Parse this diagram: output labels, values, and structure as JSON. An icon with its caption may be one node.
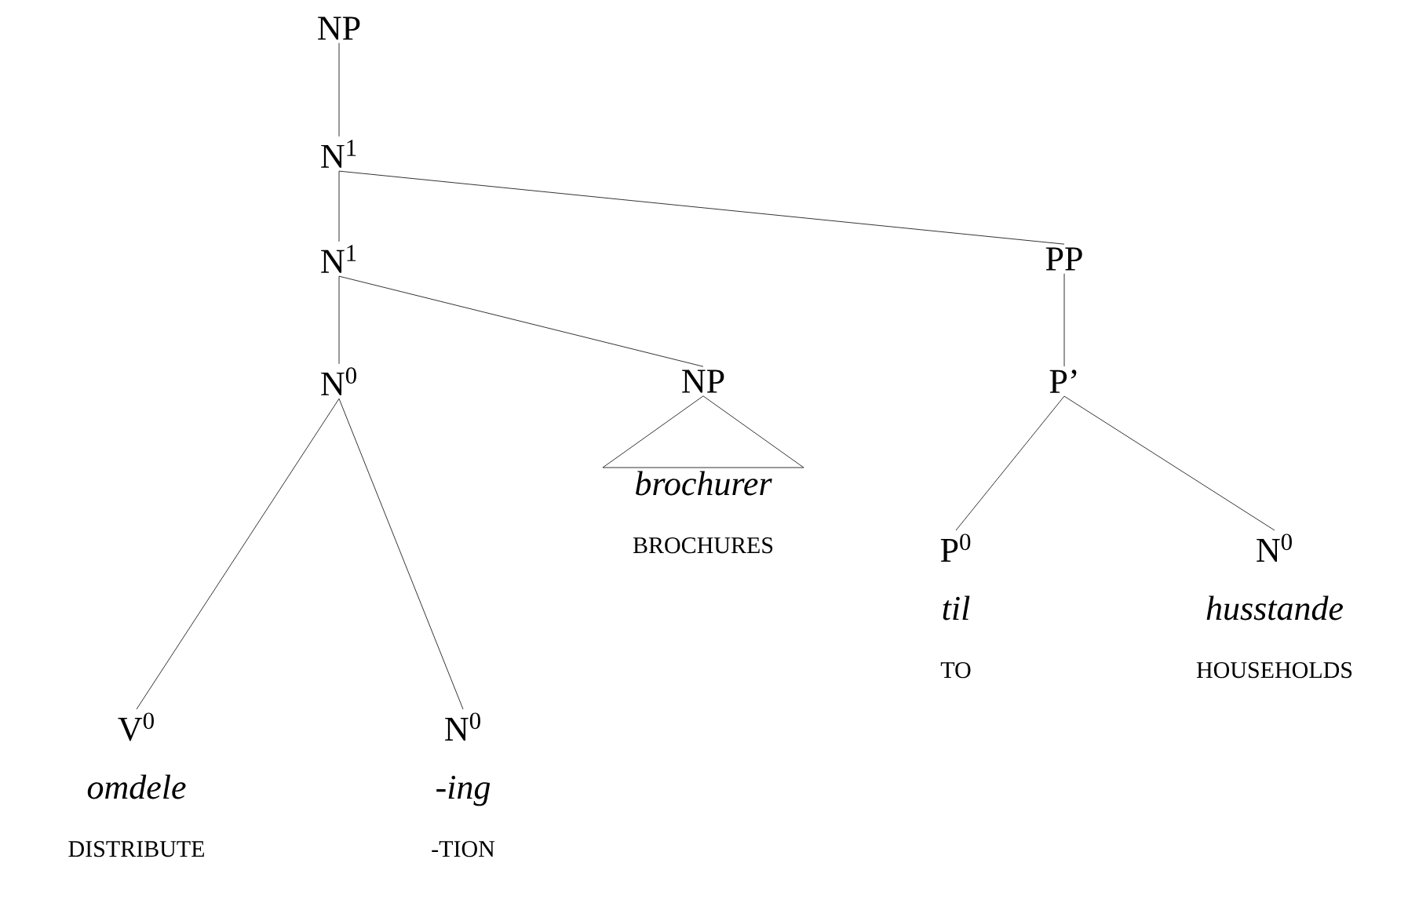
{
  "diagram": {
    "nodes": [
      {
        "text": [
          "NP"
        ]
      },
      {
        "text": [
          "N$^{1}$"
        ]
      },
      {
        "text": [
          "N$^{1}$"
        ]
      },
      {
        "text": [
          "PP"
        ]
      },
      {
        "text": [
          "N$^{0}$"
        ]
      },
      {
        "text": [
          "NP"
        ]
      },
      {
        "text": [
          "P’"
        ]
      },
      {
        "text": [
          "brochurer",
          "BROCHURES"
        ]
      },
      {
        "text": [
          "P$^{0}$",
          "til",
          "TO"
        ]
      },
      {
        "text": [
          "N$^{0}$",
          "husstande",
          "HOUSEHOLDS"
        ]
      },
      {
        "text": [
          "V$^{0}$",
          "omdele",
          "DISTRIBUTE"
        ]
      },
      {
        "text": [
          "N$^{0}$",
          "-ing",
          "-TION"
        ]
      }
    ],
    "edges": [
      {
        "from": 0,
        "to": 1,
        "arrow": "none"
      },
      {
        "from": 1,
        "to": 2,
        "arrow": "none"
      },
      {
        "from": 1,
        "to": 3,
        "arrow": "none"
      },
      {
        "from": 2,
        "to": 4,
        "arrow": "none"
      },
      {
        "from": 2,
        "to": 5,
        "arrow": "none"
      },
      {
        "from": 3,
        "to": 6,
        "arrow": "none"
      },
      {
        "from": 5,
        "to": 7,
        "arrow": "none"
      },
      {
        "from": 6,
        "to": 8,
        "arrow": "none"
      },
      {
        "from": 6,
        "to": 9,
        "arrow": "none"
      },
      {
        "from": 4,
        "to": 10,
        "arrow": "none"
      },
      {
        "from": 4,
        "to": 11,
        "arrow": "none"
      }
    ]
  }
}
